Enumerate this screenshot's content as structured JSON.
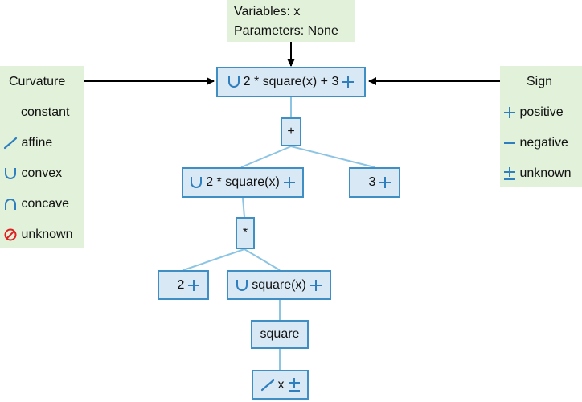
{
  "input_box": {
    "variables": "Variables: x",
    "parameters": "Parameters: None"
  },
  "curvature_legend": {
    "title": "Curvature",
    "items": [
      {
        "icon": "none",
        "label": "constant"
      },
      {
        "icon": "affine-icon",
        "label": "affine"
      },
      {
        "icon": "convex-icon",
        "label": "convex"
      },
      {
        "icon": "concave-icon",
        "label": "concave"
      },
      {
        "icon": "unknown-curvature-icon",
        "label": "unknown"
      }
    ]
  },
  "sign_legend": {
    "title": "Sign",
    "items": [
      {
        "icon": "plus-icon",
        "label": "positive"
      },
      {
        "icon": "minus-icon",
        "label": "negative"
      },
      {
        "icon": "plus-minus-icon",
        "label": "unknown"
      }
    ]
  },
  "tree": {
    "root": "2 * square(x) + 3",
    "add_op": "+",
    "left_expr": "2 * square(x)",
    "const_3": "3",
    "mul_op": "*",
    "const_2": "2",
    "square_expr": "square(x)",
    "square_fn": "square",
    "var_x": "x"
  },
  "colors": {
    "node_fill": "#d9e8f5",
    "node_border": "#3f8ec4",
    "legend_fill": "#e2f1da",
    "icon_blue": "#2f7fbf",
    "unknown_red": "#e02020",
    "edge": "#8cc4e2"
  }
}
